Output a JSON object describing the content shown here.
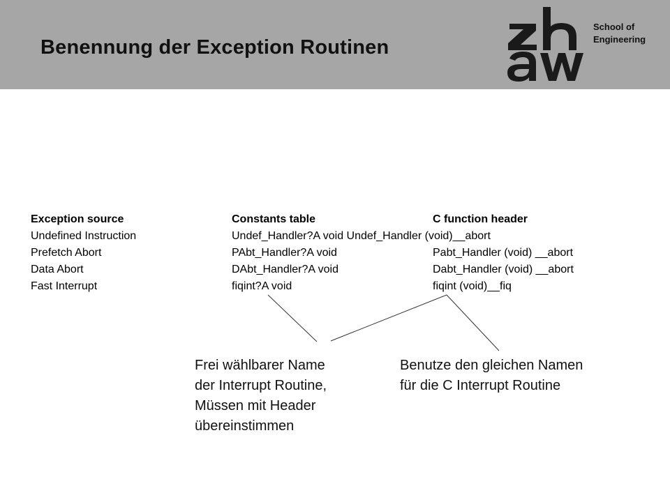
{
  "header": {
    "title": "Benennung der Exception Routinen",
    "logo_text": "zhaw",
    "school_line1": "School of",
    "school_line2": "Engineering",
    "background": "#a6a6a6"
  },
  "table": {
    "headers": [
      "Exception source",
      "Constants table",
      "C function header"
    ],
    "rows": [
      [
        "Undefined Instruction",
        "Undef_Handler?A void Undef_Handler (void)__abort",
        ""
      ],
      [
        "Prefetch Abort",
        "PAbt_Handler?A void",
        "Pabt_Handler (void) __abort"
      ],
      [
        "Data Abort",
        "DAbt_Handler?A void",
        "Dabt_Handler (void) __abort"
      ],
      [
        "Fast Interrupt",
        "fiqint?A void",
        "fiqint (void)__fiq"
      ]
    ]
  },
  "notes": {
    "left": [
      "Frei wählbarer Name",
      "der Interrupt Routine,",
      "Müssen mit Header",
      "übereinstimmen"
    ],
    "right": [
      "Benutze den gleichen Namen",
      "für die C Interrupt Routine"
    ]
  }
}
